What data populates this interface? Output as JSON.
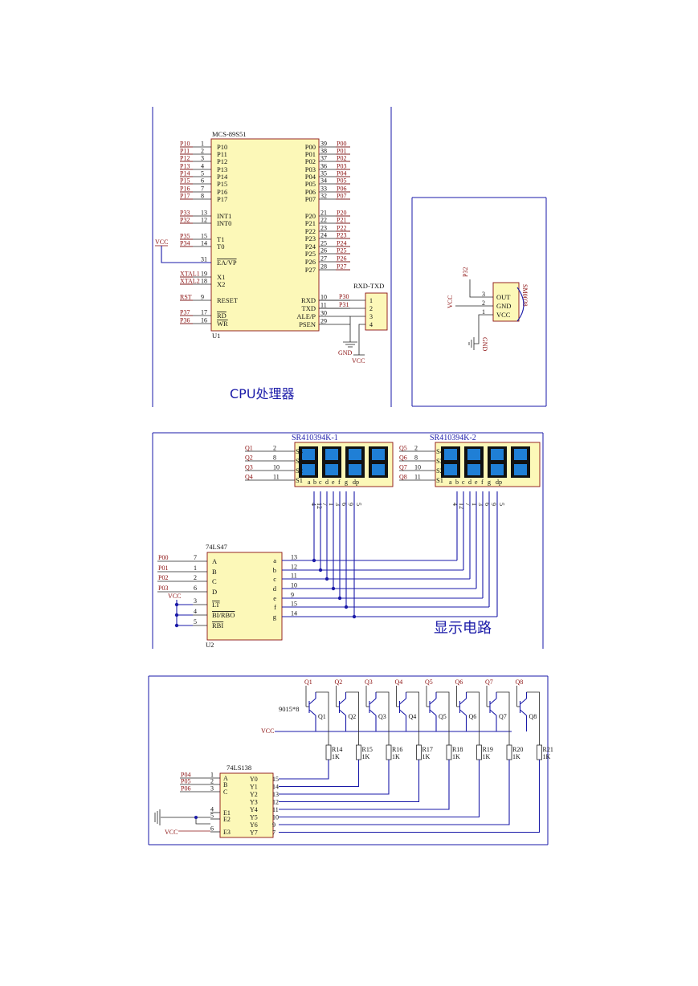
{
  "cpu": {
    "chip_name": "MCS-89S51",
    "chip_ref": "U1",
    "caption": "CPU处理器",
    "vcc_label": "VCC",
    "left_pins": [
      {
        "net": "P10",
        "num": "1",
        "name": "P10"
      },
      {
        "net": "P11",
        "num": "2",
        "name": "P11"
      },
      {
        "net": "P12",
        "num": "3",
        "name": "P12"
      },
      {
        "net": "P13",
        "num": "4",
        "name": "P13"
      },
      {
        "net": "P14",
        "num": "5",
        "name": "P14"
      },
      {
        "net": "P15",
        "num": "6",
        "name": "P15"
      },
      {
        "net": "P16",
        "num": "7",
        "name": "P16"
      },
      {
        "net": "P17",
        "num": "8",
        "name": "P17"
      },
      {
        "net": "P33",
        "num": "13",
        "name": "INT1"
      },
      {
        "net": "P32",
        "num": "12",
        "name": "INT0"
      },
      {
        "net": "P35",
        "num": "15",
        "name": "T1"
      },
      {
        "net": "P34",
        "num": "14",
        "name": "T0"
      },
      {
        "net": "",
        "num": "31",
        "name": "EA/VP"
      },
      {
        "net": "XTAL1",
        "num": "19",
        "name": "X1"
      },
      {
        "net": "XTAL2",
        "num": "18",
        "name": "X2"
      },
      {
        "net": "RST",
        "num": "9",
        "name": "RESET"
      },
      {
        "net": "P37",
        "num": "17",
        "name": "RD"
      },
      {
        "net": "P36",
        "num": "16",
        "name": "WR"
      }
    ],
    "right_pins": [
      {
        "net": "P00",
        "num": "39",
        "name": "P00"
      },
      {
        "net": "P01",
        "num": "38",
        "name": "P01"
      },
      {
        "net": "P02",
        "num": "37",
        "name": "P02"
      },
      {
        "net": "P03",
        "num": "36",
        "name": "P03"
      },
      {
        "net": "P04",
        "num": "35",
        "name": "P04"
      },
      {
        "net": "P05",
        "num": "34",
        "name": "P05"
      },
      {
        "net": "P06",
        "num": "33",
        "name": "P06"
      },
      {
        "net": "P07",
        "num": "32",
        "name": "P07"
      },
      {
        "net": "P20",
        "num": "21",
        "name": "P20"
      },
      {
        "net": "P21",
        "num": "22",
        "name": "P21"
      },
      {
        "net": "P22",
        "num": "23",
        "name": "P22"
      },
      {
        "net": "P23",
        "num": "24",
        "name": "P23"
      },
      {
        "net": "P24",
        "num": "25",
        "name": "P24"
      },
      {
        "net": "P25",
        "num": "26",
        "name": "P25"
      },
      {
        "net": "P26",
        "num": "27",
        "name": "P26"
      },
      {
        "net": "P27",
        "num": "28",
        "name": "P27"
      },
      {
        "net": "",
        "num": "10",
        "name": "RXD"
      },
      {
        "net": "",
        "num": "11",
        "name": "TXD"
      },
      {
        "net": "",
        "num": "30",
        "name": "ALE/P"
      },
      {
        "net": "",
        "num": "29",
        "name": "PSEN"
      }
    ],
    "uart": {
      "title": "RXD-TXD",
      "pins": [
        "1",
        "2",
        "3",
        "4"
      ],
      "net1": "P30",
      "net2": "P31",
      "gnd": "GND",
      "vcc": "VCC"
    }
  },
  "sensor": {
    "part": "SM0038",
    "pins": [
      "OUT",
      "GND",
      "VCC"
    ],
    "pin_numbers": [
      "3",
      "2",
      "1"
    ],
    "net_p32": "P32",
    "vcc": "VCC",
    "gnd": "GND"
  },
  "display": {
    "caption": "显示电路",
    "modules": [
      {
        "name": "SR410394K-1",
        "selects": [
          {
            "net": "Q1",
            "num": "2",
            "pin": "S4"
          },
          {
            "net": "Q2",
            "num": "8",
            "pin": "S3"
          },
          {
            "net": "Q3",
            "num": "10",
            "pin": "S2"
          },
          {
            "net": "Q4",
            "num": "11",
            "pin": "S1"
          }
        ]
      },
      {
        "name": "SR410394K-2",
        "selects": [
          {
            "net": "Q5",
            "num": "2",
            "pin": "S4"
          },
          {
            "net": "Q6",
            "num": "8",
            "pin": "S3"
          },
          {
            "net": "Q7",
            "num": "10",
            "pin": "S2"
          },
          {
            "net": "Q8",
            "num": "11",
            "pin": "S1"
          }
        ]
      }
    ],
    "segment_letters": [
      "a",
      "b",
      "c",
      "d",
      "e",
      "f",
      "g",
      "dp"
    ],
    "segment_pin_numbers": [
      "4",
      "12",
      "7",
      "1",
      "3",
      "6",
      "9",
      "5"
    ],
    "decoder": {
      "name": "74LS47",
      "ref": "U2",
      "vcc": "VCC",
      "inputs": [
        {
          "net": "P00",
          "num": "7",
          "name": "A"
        },
        {
          "net": "P01",
          "num": "1",
          "name": "B"
        },
        {
          "net": "P02",
          "num": "2",
          "name": "C"
        },
        {
          "net": "P03",
          "num": "6",
          "name": "D"
        },
        {
          "net": "",
          "num": "3",
          "name": "LT"
        },
        {
          "net": "",
          "num": "4",
          "name": "BI/RBO"
        },
        {
          "net": "",
          "num": "5",
          "name": "RBI"
        }
      ],
      "outputs": [
        {
          "num": "13",
          "name": "a"
        },
        {
          "num": "12",
          "name": "b"
        },
        {
          "num": "11",
          "name": "c"
        },
        {
          "num": "10",
          "name": "d"
        },
        {
          "num": "9",
          "name": "e"
        },
        {
          "num": "15",
          "name": "f"
        },
        {
          "num": "14",
          "name": "g"
        }
      ]
    }
  },
  "driver": {
    "transistor_type": "9015*8",
    "vcc": "VCC",
    "transistors": [
      {
        "net": "Q1",
        "ref": "Q1",
        "res": "R14",
        "val": "1K"
      },
      {
        "net": "Q2",
        "ref": "Q2",
        "res": "R15",
        "val": "1K"
      },
      {
        "net": "Q3",
        "ref": "Q3",
        "res": "R16",
        "val": "1K"
      },
      {
        "net": "Q4",
        "ref": "Q4",
        "res": "R17",
        "val": "1K"
      },
      {
        "net": "Q5",
        "ref": "Q5",
        "res": "R18",
        "val": "1K"
      },
      {
        "net": "Q6",
        "ref": "Q6",
        "res": "R19",
        "val": "1K"
      },
      {
        "net": "Q7",
        "ref": "Q7",
        "res": "R20",
        "val": "1K"
      },
      {
        "net": "Q8",
        "ref": "Q8",
        "res": "R21",
        "val": "1K"
      }
    ],
    "decoder": {
      "name": "74LS138",
      "vcc": "VCC",
      "inputs": [
        {
          "net": "P04",
          "num": "1",
          "name": "A"
        },
        {
          "net": "P05",
          "num": "2",
          "name": "B"
        },
        {
          "net": "P06",
          "num": "3",
          "name": "C"
        },
        {
          "net": "",
          "num": "4",
          "name": "E1"
        },
        {
          "net": "",
          "num": "5",
          "name": "E2"
        },
        {
          "net": "",
          "num": "6",
          "name": "E3"
        }
      ],
      "outputs": [
        {
          "num": "15",
          "name": "Y0"
        },
        {
          "num": "14",
          "name": "Y1"
        },
        {
          "num": "13",
          "name": "Y2"
        },
        {
          "num": "12",
          "name": "Y3"
        },
        {
          "num": "11",
          "name": "Y4"
        },
        {
          "num": "10",
          "name": "Y5"
        },
        {
          "num": "9",
          "name": "Y6"
        },
        {
          "num": "7",
          "name": "Y7"
        }
      ]
    }
  }
}
